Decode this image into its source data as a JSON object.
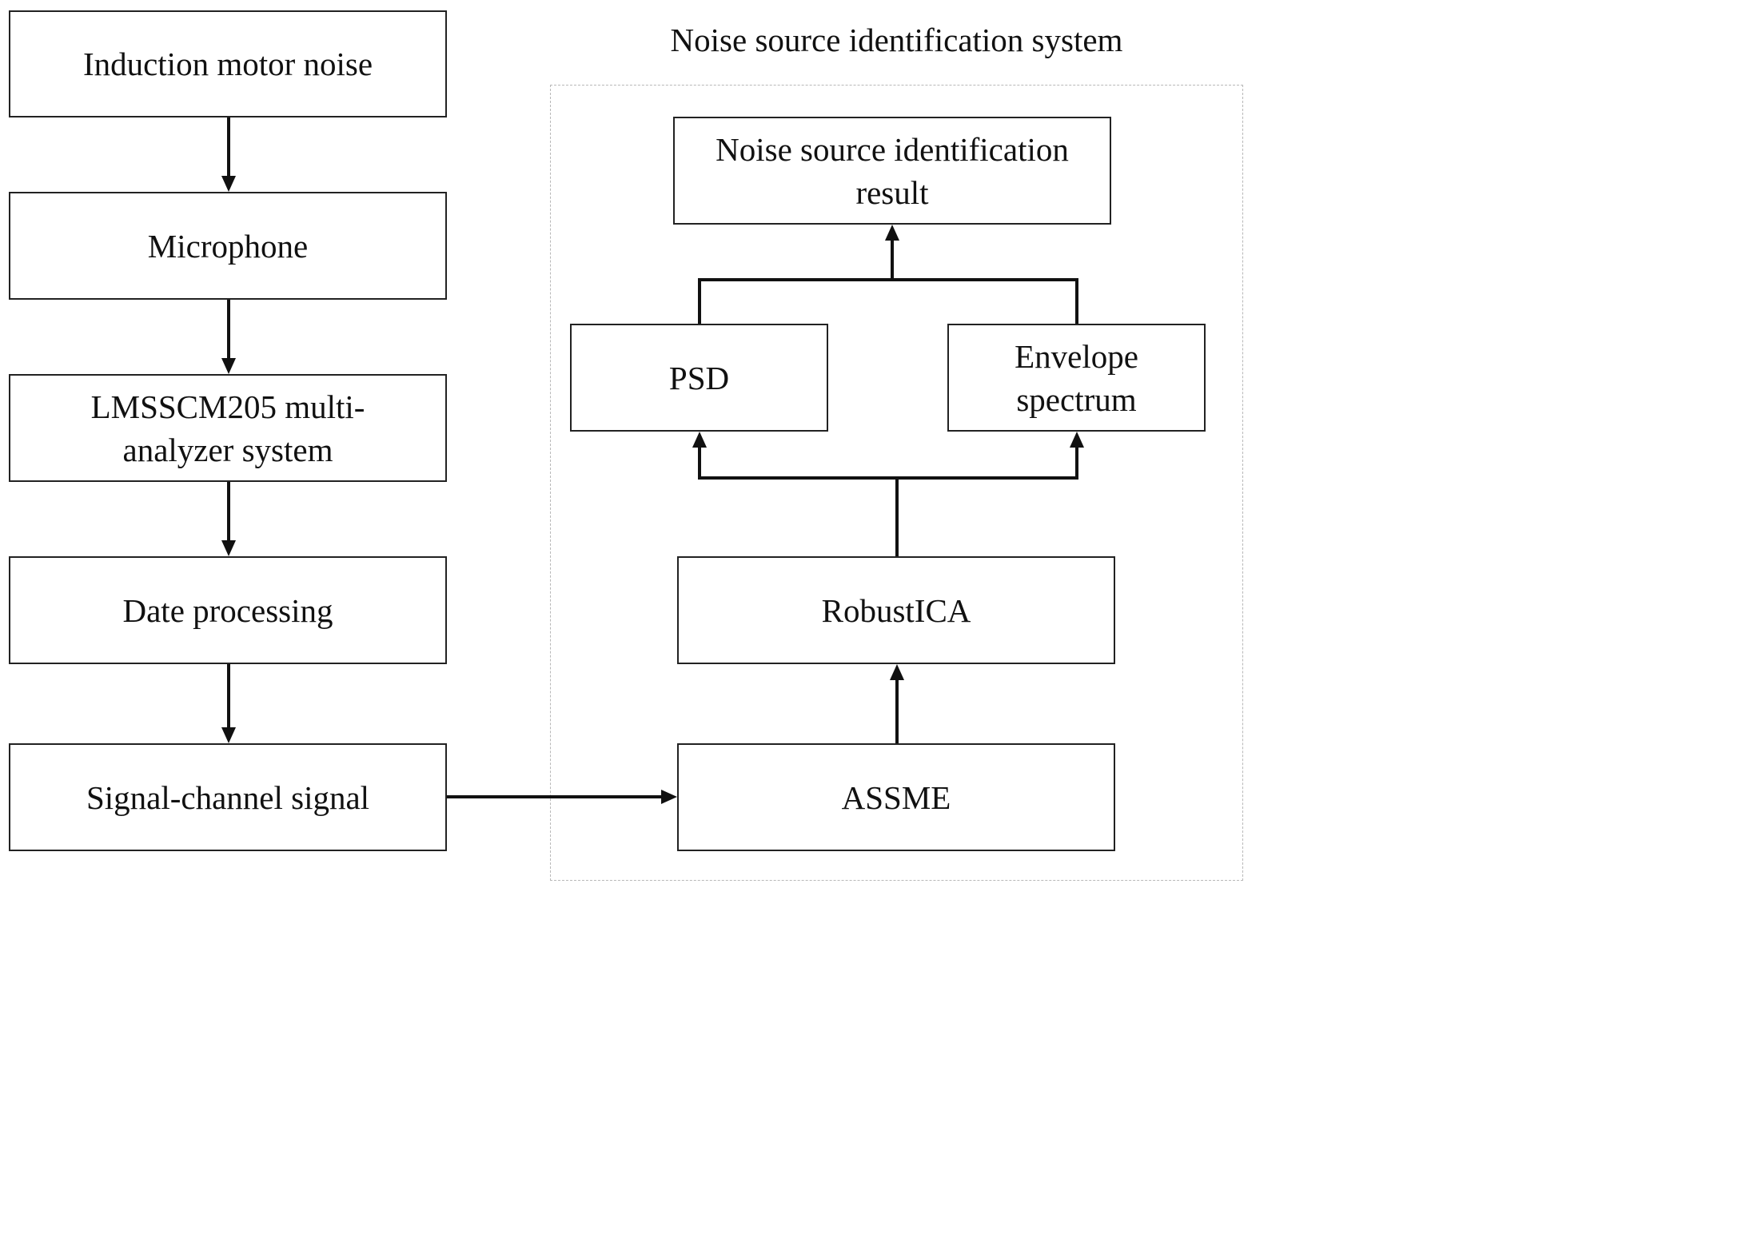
{
  "diagram": {
    "type": "flowchart",
    "left_column": {
      "nodes": [
        {
          "id": "induction-motor-noise",
          "label": "Induction motor noise"
        },
        {
          "id": "microphone",
          "label": "Microphone"
        },
        {
          "id": "lmsscm205",
          "label": "LMSSCM205 multi-\nanalyzer system"
        },
        {
          "id": "date-processing",
          "label": "Date processing"
        },
        {
          "id": "signal-channel-signal",
          "label": "Signal-channel signal"
        }
      ]
    },
    "system": {
      "title": "Noise source identification system",
      "nodes": [
        {
          "id": "identification-result",
          "label": "Noise source identification\nresult"
        },
        {
          "id": "psd",
          "label": "PSD"
        },
        {
          "id": "envelope-spectrum",
          "label": "Envelope\nspectrum"
        },
        {
          "id": "robustica",
          "label": "RobustICA"
        },
        {
          "id": "assme",
          "label": "ASSME"
        }
      ]
    },
    "edges": [
      {
        "from": "induction-motor-noise",
        "to": "microphone"
      },
      {
        "from": "microphone",
        "to": "lmsscm205"
      },
      {
        "from": "lmsscm205",
        "to": "date-processing"
      },
      {
        "from": "date-processing",
        "to": "signal-channel-signal"
      },
      {
        "from": "signal-channel-signal",
        "to": "assme"
      },
      {
        "from": "assme",
        "to": "robustica"
      },
      {
        "from": "robustica",
        "to": "psd"
      },
      {
        "from": "robustica",
        "to": "envelope-spectrum"
      },
      {
        "from": "psd",
        "to": "identification-result"
      },
      {
        "from": "envelope-spectrum",
        "to": "identification-result"
      }
    ]
  }
}
